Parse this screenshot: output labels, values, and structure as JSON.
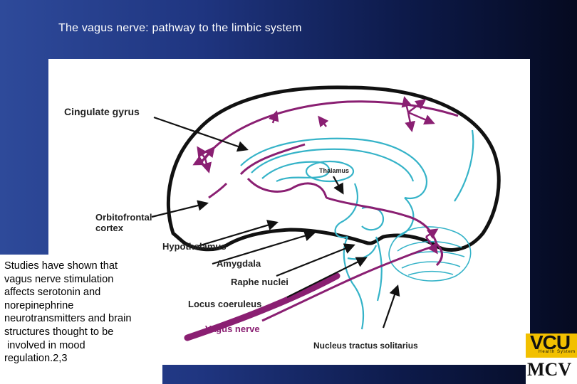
{
  "slide": {
    "title": "The vagus nerve: pathway to the limbic system"
  },
  "diagram": {
    "labels": {
      "cingulate_gyrus": "Cingulate gyrus",
      "thalamus": "Thalamus",
      "orbitofrontal_line1": "Orbitofrontal",
      "orbitofrontal_line2": "cortex",
      "hypothalamus": "Hypothalamus",
      "amygdala": "Amygdala",
      "raphe_nuclei": "Raphe nuclei",
      "locus_coeruleus": "Locus coeruleus",
      "vagus_nerve": "Vagus nerve",
      "nucleus_tractus_solitarius": "Nucleus tractus solitarius"
    },
    "colors": {
      "pathway": "#8a1f72",
      "structure": "#35b3c8",
      "outline": "#111111"
    }
  },
  "caption": {
    "text": "Studies have shown that\nvagus nerve stimulation\naffects serotonin and\nnorepinephrine\nneurotransmitters and brain\nstructures thought to be\n involved in mood\nregulation.2,3"
  },
  "logo": {
    "top_text": "VCU",
    "sub_text": "Health System",
    "bottom_text": "MCV"
  }
}
